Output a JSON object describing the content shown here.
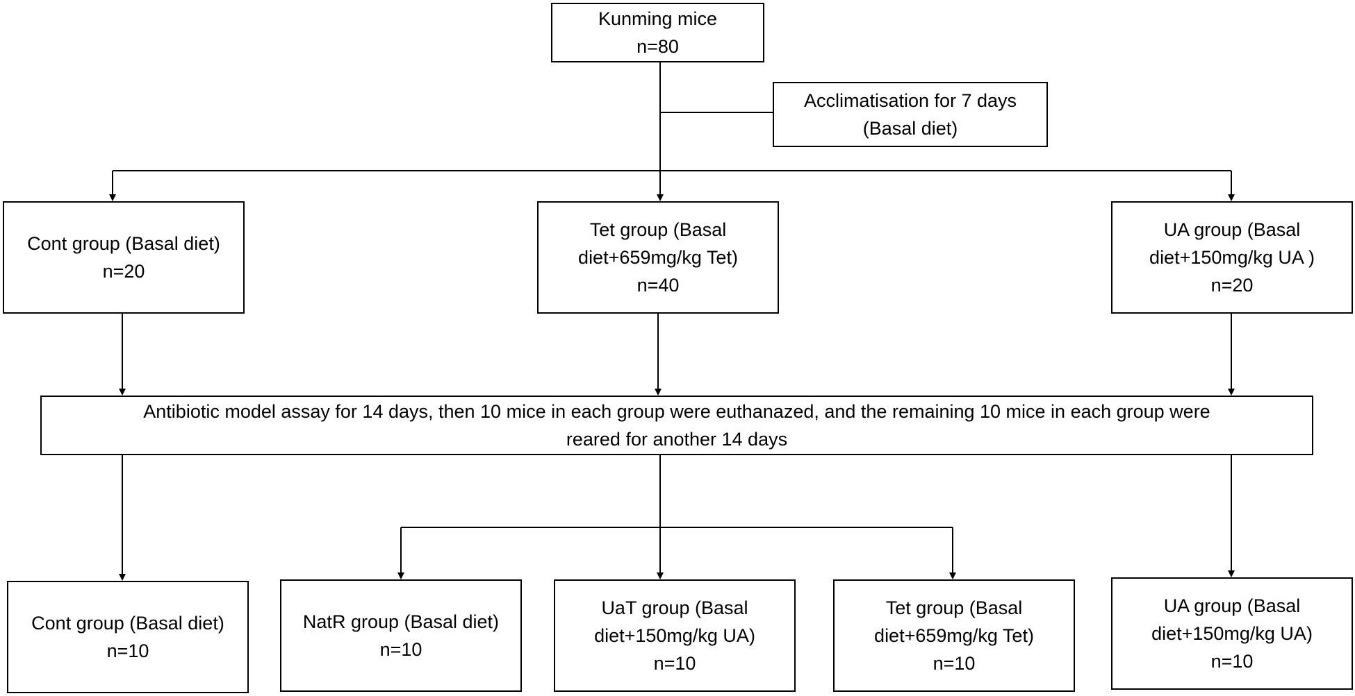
{
  "start": {
    "title": "Kunming mice",
    "n": "n=80"
  },
  "acclimatisation": {
    "line1": "Acclimatisation for 7 days",
    "line2": "(Basal diet)"
  },
  "groups_stage1": [
    {
      "line1": "Cont group (Basal diet)",
      "line2": "",
      "n": "n=20"
    },
    {
      "line1": "Tet group (Basal",
      "line2": "diet+659mg/kg Tet)",
      "n": "n=40"
    },
    {
      "line1": "UA group (Basal",
      "line2": "diet+150mg/kg UA )",
      "n": "n=20"
    }
  ],
  "assay": {
    "line1": "Antibiotic model assay for 14 days, then 10 mice in each group were euthanazed, and the remaining 10 mice in each group were",
    "line2": "reared for another 14 days"
  },
  "groups_stage2": [
    {
      "line1": "Cont group (Basal diet)",
      "line2": "",
      "n": "n=10"
    },
    {
      "line1": "NatR group (Basal diet)",
      "line2": "",
      "n": "n=10"
    },
    {
      "line1": "UaT group (Basal",
      "line2": "diet+150mg/kg UA)",
      "n": "n=10"
    },
    {
      "line1": "Tet group (Basal",
      "line2": "diet+659mg/kg Tet)",
      "n": "n=10"
    },
    {
      "line1": "UA group (Basal",
      "line2": "diet+150mg/kg UA)",
      "n": "n=10"
    }
  ]
}
